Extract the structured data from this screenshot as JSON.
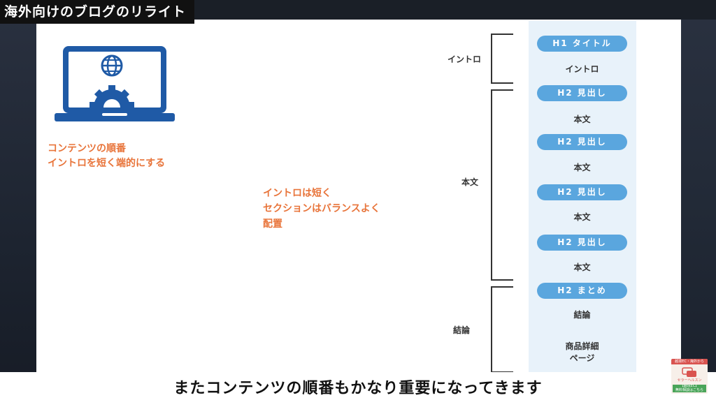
{
  "video": {
    "title_badge": "海外向けのブログのリライト",
    "caption": "またコンテンツの順番もかなり重要になってきます"
  },
  "slide": {
    "left_text": {
      "lines": [
        "コンテンツの順番",
        "イントロを短く端的にする"
      ]
    },
    "center_text": {
      "lines": [
        "イントロは短く",
        "セクションはバランスよく",
        "配置"
      ]
    },
    "side_labels": {
      "intro": "イントロ",
      "body": "本文",
      "conclusion": "結論"
    },
    "structure": {
      "h1_title": "H1 タイトル",
      "intro": "イントロ",
      "h2_heading": "H2 見出し",
      "body": "本文",
      "h2_summary": "H2 まとめ",
      "conclusion": "結論",
      "product_line1": "商品詳細",
      "product_line2": "ページ"
    },
    "colors": {
      "accent_orange": "#e8743a",
      "laptop_blue": "#1f5aa6",
      "pill_blue": "#5aa6de",
      "column_bg": "#e8f2fa"
    },
    "icons": [
      "laptop-icon",
      "globe-icon",
      "gear-icon"
    ]
  },
  "channel_badge": {
    "top": "越境EC・海外から",
    "name": "セラーヘルスン",
    "bottom_line1": "【越境EC】",
    "bottom_line2": "無料相談はこちら"
  }
}
